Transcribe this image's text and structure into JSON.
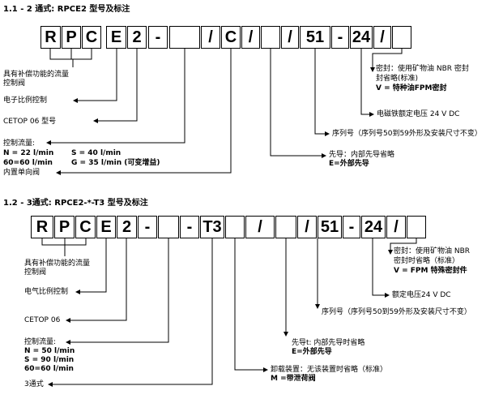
{
  "diagram1": {
    "title": "1.1 - 2 通式: RPCE2 型号及标注",
    "code_cells": [
      "R",
      "P",
      "C",
      "E",
      "2",
      "-",
      "",
      "/",
      "C",
      "/",
      "",
      "/",
      "51",
      "-",
      "24",
      "/",
      ""
    ],
    "labels": {
      "compensated_flow": [
        "具有补偿功能的流量",
        "控制阀"
      ],
      "electronic_prop": "电子比例控制",
      "cetop": "CETOP 06 型号",
      "flow_title": "控制流量:",
      "flow_n": "N = 22 l/min",
      "flow_s": "S = 40 l/min",
      "flow_60": "60=60 l/min",
      "flow_g": "G = 35 l/min (可变增益)",
      "check_valve": "内置单向阀",
      "pilot_title": "先导：内部先导省略",
      "pilot_e": "E=外部先导",
      "serial": "序列号（序列号50到59外形及安装尺寸不变）",
      "voltage": "电磁铁额定电压  24 V DC",
      "seal_1": "密封：使用矿物油 NBR 密封",
      "seal_2": "封省略(标准)",
      "seal_v": "V = 特种油FPM密封"
    }
  },
  "diagram2": {
    "title": "1.2 - 3通式: RPCE2-*-T3 型号及标注",
    "code_cells": [
      "R",
      "P",
      "C",
      "E",
      "2",
      "-",
      "",
      "-",
      "T3",
      "",
      "/",
      "",
      "/",
      "51",
      "-",
      "24",
      "/",
      ""
    ],
    "labels": {
      "compensated_flow": [
        "具有补偿功能的流量",
        "控制阀"
      ],
      "electric_prop": "电气比例控制",
      "cetop": "CETOP 06",
      "flow_title": "控制流量:",
      "flow_n": "N = 50 l/min",
      "flow_s": "S = 90 l/min",
      "flow_60": "60=60 l/min",
      "three_way": "3通式",
      "pilot_title": "先导t:  内部先导时省略",
      "pilot_e": "E=外部先导",
      "unload_title": "卸载装置：无该装置时省略（标准）",
      "unload_m": "M =带泄荷阀",
      "serial": "序列号（序列号50到59外形及安装尺寸不变）",
      "voltage": "额定电压24 V DC",
      "seal_1": "密封：使用矿物油 NBR",
      "seal_2": "密封时省略（标准）",
      "seal_v": "V = FPM 特殊密封件"
    }
  }
}
